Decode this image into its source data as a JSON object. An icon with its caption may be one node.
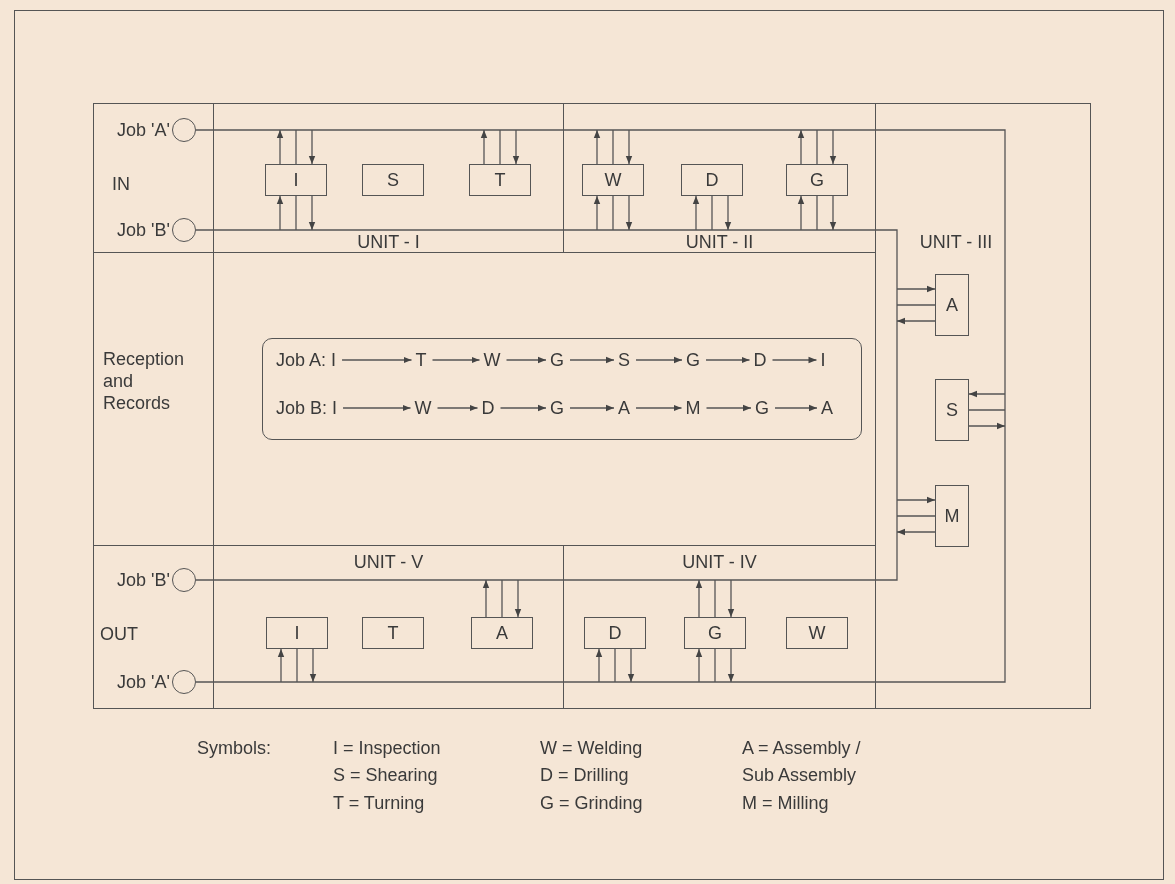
{
  "diagram": {
    "nodes": [
      {
        "text": [
          "IN"
        ]
      },
      {
        "text": [],
        "shape": "circle",
        "beside": [
          "Job 'A'"
        ],
        "in": 0
      },
      {
        "text": [],
        "shape": "circle",
        "beside": [
          "Job 'B'"
        ],
        "in": 0
      },
      {
        "text": [
          "UNIT - I"
        ]
      },
      {
        "text": [
          "I"
        ],
        "in": 3
      },
      {
        "text": [
          "S"
        ],
        "in": 3
      },
      {
        "text": [
          "T"
        ],
        "in": 3
      },
      {
        "text": [
          "UNIT - II"
        ]
      },
      {
        "text": [
          "W"
        ],
        "in": 7
      },
      {
        "text": [
          "D"
        ],
        "in": 7
      },
      {
        "text": [
          "G"
        ],
        "in": 7
      },
      {
        "text": [
          "UNIT - III"
        ]
      },
      {
        "text": [
          "A"
        ],
        "in": 11
      },
      {
        "text": [
          "S"
        ],
        "in": 11
      },
      {
        "text": [
          "M"
        ],
        "in": 11
      },
      {
        "text": [
          "Reception and Records"
        ]
      },
      {
        "text": [],
        "shape": "box"
      },
      {
        "text": [
          "Job A: I"
        ],
        "in": 16
      },
      {
        "text": [
          "T"
        ],
        "in": 16
      },
      {
        "text": [
          "W"
        ],
        "in": 16
      },
      {
        "text": [
          "G"
        ],
        "in": 16
      },
      {
        "text": [
          "S"
        ],
        "in": 16
      },
      {
        "text": [
          "G"
        ],
        "in": 16
      },
      {
        "text": [
          "D"
        ],
        "in": 16
      },
      {
        "text": [
          "I"
        ],
        "in": 16
      },
      {
        "text": [
          "Job B: I"
        ],
        "in": 16
      },
      {
        "text": [
          "W"
        ],
        "in": 16
      },
      {
        "text": [
          "D"
        ],
        "in": 16
      },
      {
        "text": [
          "G"
        ],
        "in": 16
      },
      {
        "text": [
          "A"
        ],
        "in": 16
      },
      {
        "text": [
          "M"
        ],
        "in": 16
      },
      {
        "text": [
          "G"
        ],
        "in": 16
      },
      {
        "text": [
          "A"
        ],
        "in": 16
      },
      {
        "text": [
          "OUT"
        ]
      },
      {
        "text": [],
        "shape": "circle",
        "beside": [
          "Job 'B'"
        ],
        "in": 33
      },
      {
        "text": [],
        "shape": "circle",
        "beside": [
          "Job 'A'"
        ],
        "in": 33
      },
      {
        "text": [
          "UNIT - V"
        ]
      },
      {
        "text": [
          "I"
        ],
        "in": 36
      },
      {
        "text": [
          "T"
        ],
        "in": 36
      },
      {
        "text": [
          "A"
        ],
        "in": 36
      },
      {
        "text": [
          "UNIT - IV"
        ]
      },
      {
        "text": [
          "D"
        ],
        "in": 40
      },
      {
        "text": [
          "G"
        ],
        "in": 40
      },
      {
        "text": [
          "W"
        ],
        "in": 40
      }
    ],
    "edges": [
      {
        "from": 1,
        "to": 35,
        "arrow": "none"
      },
      {
        "from": 2,
        "to": 34,
        "arrow": "none"
      },
      {
        "from": 17,
        "to": 18,
        "arrow": "to"
      },
      {
        "from": 18,
        "to": 19,
        "arrow": "to"
      },
      {
        "from": 19,
        "to": 20,
        "arrow": "to"
      },
      {
        "from": 20,
        "to": 21,
        "arrow": "to"
      },
      {
        "from": 21,
        "to": 22,
        "arrow": "to"
      },
      {
        "from": 22,
        "to": 23,
        "arrow": "to"
      },
      {
        "from": 23,
        "to": 24,
        "arrow": "to"
      },
      {
        "from": 25,
        "to": 26,
        "arrow": "to"
      },
      {
        "from": 26,
        "to": 27,
        "arrow": "to"
      },
      {
        "from": 27,
        "to": 28,
        "arrow": "to"
      },
      {
        "from": 28,
        "to": 29,
        "arrow": "to"
      },
      {
        "from": 29,
        "to": 30,
        "arrow": "to"
      },
      {
        "from": 30,
        "to": 31,
        "arrow": "to"
      },
      {
        "from": 31,
        "to": 32,
        "arrow": "to"
      },
      {
        "from": 4,
        "to": null,
        "arrow": "to"
      },
      {
        "from": 4,
        "to": null,
        "arrow": "none"
      },
      {
        "from": null,
        "to": 4,
        "arrow": "to"
      },
      {
        "from": null,
        "to": 4,
        "arrow": "to"
      },
      {
        "from": 4,
        "to": null,
        "arrow": "none"
      },
      {
        "from": 4,
        "to": null,
        "arrow": "to"
      },
      {
        "from": 6,
        "to": null,
        "arrow": "to"
      },
      {
        "from": 6,
        "to": null,
        "arrow": "none"
      },
      {
        "from": null,
        "to": 6,
        "arrow": "to"
      },
      {
        "from": 8,
        "to": null,
        "arrow": "to"
      },
      {
        "from": 8,
        "to": null,
        "arrow": "none"
      },
      {
        "from": null,
        "to": 8,
        "arrow": "to"
      },
      {
        "from": null,
        "to": 8,
        "arrow": "to"
      },
      {
        "from": 8,
        "to": null,
        "arrow": "none"
      },
      {
        "from": 8,
        "to": null,
        "arrow": "to"
      },
      {
        "from": null,
        "to": 9,
        "arrow": "to"
      },
      {
        "from": 9,
        "to": null,
        "arrow": "none"
      },
      {
        "from": 9,
        "to": null,
        "arrow": "to"
      },
      {
        "from": 10,
        "to": null,
        "arrow": "to"
      },
      {
        "from": 10,
        "to": null,
        "arrow": "none"
      },
      {
        "from": null,
        "to": 10,
        "arrow": "to"
      },
      {
        "from": null,
        "to": 10,
        "arrow": "to"
      },
      {
        "from": 10,
        "to": null,
        "arrow": "none"
      },
      {
        "from": 10,
        "to": null,
        "arrow": "to"
      },
      {
        "from": null,
        "to": 12,
        "arrow": "to"
      },
      {
        "from": 12,
        "to": null,
        "arrow": "none"
      },
      {
        "from": 12,
        "to": null,
        "arrow": "to"
      },
      {
        "from": null,
        "to": 13,
        "arrow": "to"
      },
      {
        "from": 13,
        "to": null,
        "arrow": "none"
      },
      {
        "from": 13,
        "to": null,
        "arrow": "to"
      },
      {
        "from": null,
        "to": 14,
        "arrow": "to"
      },
      {
        "from": 14,
        "to": null,
        "arrow": "none"
      },
      {
        "from": 14,
        "to": null,
        "arrow": "to"
      },
      {
        "from": null,
        "to": 37,
        "arrow": "to"
      },
      {
        "from": 37,
        "to": null,
        "arrow": "none"
      },
      {
        "from": 37,
        "to": null,
        "arrow": "to"
      },
      {
        "from": 39,
        "to": null,
        "arrow": "to"
      },
      {
        "from": 39,
        "to": null,
        "arrow": "none"
      },
      {
        "from": null,
        "to": 39,
        "arrow": "to"
      },
      {
        "from": null,
        "to": 41,
        "arrow": "to"
      },
      {
        "from": 41,
        "to": null,
        "arrow": "none"
      },
      {
        "from": 41,
        "to": null,
        "arrow": "to"
      },
      {
        "from": 42,
        "to": null,
        "arrow": "to"
      },
      {
        "from": 42,
        "to": null,
        "arrow": "none"
      },
      {
        "from": null,
        "to": 42,
        "arrow": "to"
      },
      {
        "from": null,
        "to": 42,
        "arrow": "to"
      },
      {
        "from": 42,
        "to": null,
        "arrow": "none"
      },
      {
        "from": 42,
        "to": null,
        "arrow": "to"
      }
    ],
    "labels": [
      "Symbols:",
      "I = Inspection",
      "W = Welding",
      "A = Assembly / Sub Assembly",
      "S = Shearing",
      "D = Drilling",
      "T = Turning",
      "G = Grinding",
      "M = Milling"
    ]
  }
}
